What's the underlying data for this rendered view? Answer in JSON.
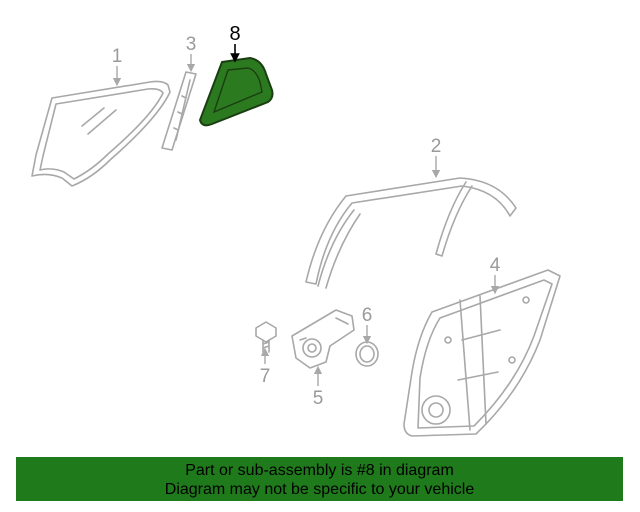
{
  "callouts": {
    "c1": "1",
    "c2": "2",
    "c3": "3",
    "c4": "4",
    "c5": "5",
    "c6": "6",
    "c7": "7",
    "c8": "8"
  },
  "highlight_color": "#2c7a1f",
  "banner": {
    "line1": "Part or sub-assembly is #8 in diagram",
    "line2": "Diagram may not be specific to your vehicle",
    "background": "#1f7a1b"
  }
}
